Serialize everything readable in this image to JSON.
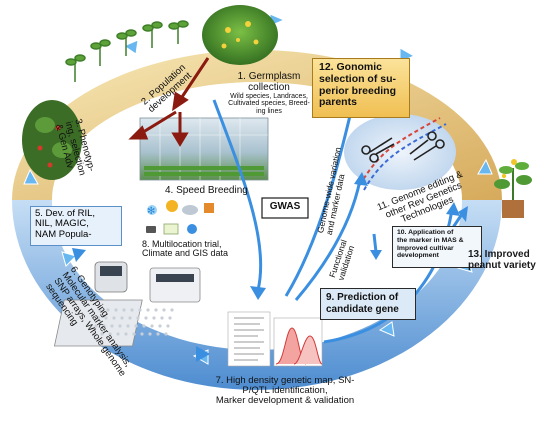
{
  "steps": {
    "s1": {
      "title": "1. Germplasm",
      "title2": "collection",
      "sub1": "Wild species, Landraces,",
      "sub2": "Cultivated species, Breed-",
      "sub3": "ing lines"
    },
    "s2": {
      "l1": "2. Population",
      "l2": "development"
    },
    "s3": {
      "l1": "3. Phenotyp-",
      "l2": "ing, selection",
      "l3": "& Gen Adv"
    },
    "s4": {
      "label": "4. Speed Breeding"
    },
    "s5": {
      "l1": "5. Dev. of RIL,",
      "l2": "NIL, MAGIC,",
      "l3": "NAM Popula-"
    },
    "s6": {
      "l1": "6. Genotyping",
      "l2": "Molecular marker analysis,",
      "l3": "SNP arrays, Whole genome",
      "l4": "sequencing"
    },
    "s7": {
      "l1": "7. High density genetic map, SN-",
      "l2": "P/QTL identification,",
      "l3": "Marker development & validation"
    },
    "s8": {
      "l1": "8. Multilocation trial,",
      "l2": "Climate and GIS data"
    },
    "s9": {
      "l1": "9. Prediction of",
      "l2": "candidate gene"
    },
    "s10": {
      "l1": "10. Application of",
      "l2": "the marker in MAS &",
      "l3": "Improved cultivar",
      "l4": "development"
    },
    "s11": {
      "l1": "11. Genome editing &",
      "l2": "other Rev Genetics",
      "l3": "Technologies"
    },
    "s12": {
      "l1": "12. Gonomic",
      "l2": "selection of su-",
      "l3": "perior breeding",
      "l4": "parents"
    },
    "s13": {
      "l1": "13. Improved",
      "l2": "peanut variety"
    }
  },
  "gwas": {
    "label": "GWAS"
  },
  "arrow_labels": {
    "gw1": "Genome-wide variation",
    "gw2": "and marker data",
    "fv1": "Functional",
    "fv2": "validation"
  },
  "colors": {
    "ring_blue": "#2f7fd0",
    "ring_gold": "#d6a540",
    "box_gold": "#f4c85a",
    "box_blue": "#dceaf8",
    "arrow_blue": "#3b8fe0",
    "arrow_red": "#8b1a10"
  }
}
